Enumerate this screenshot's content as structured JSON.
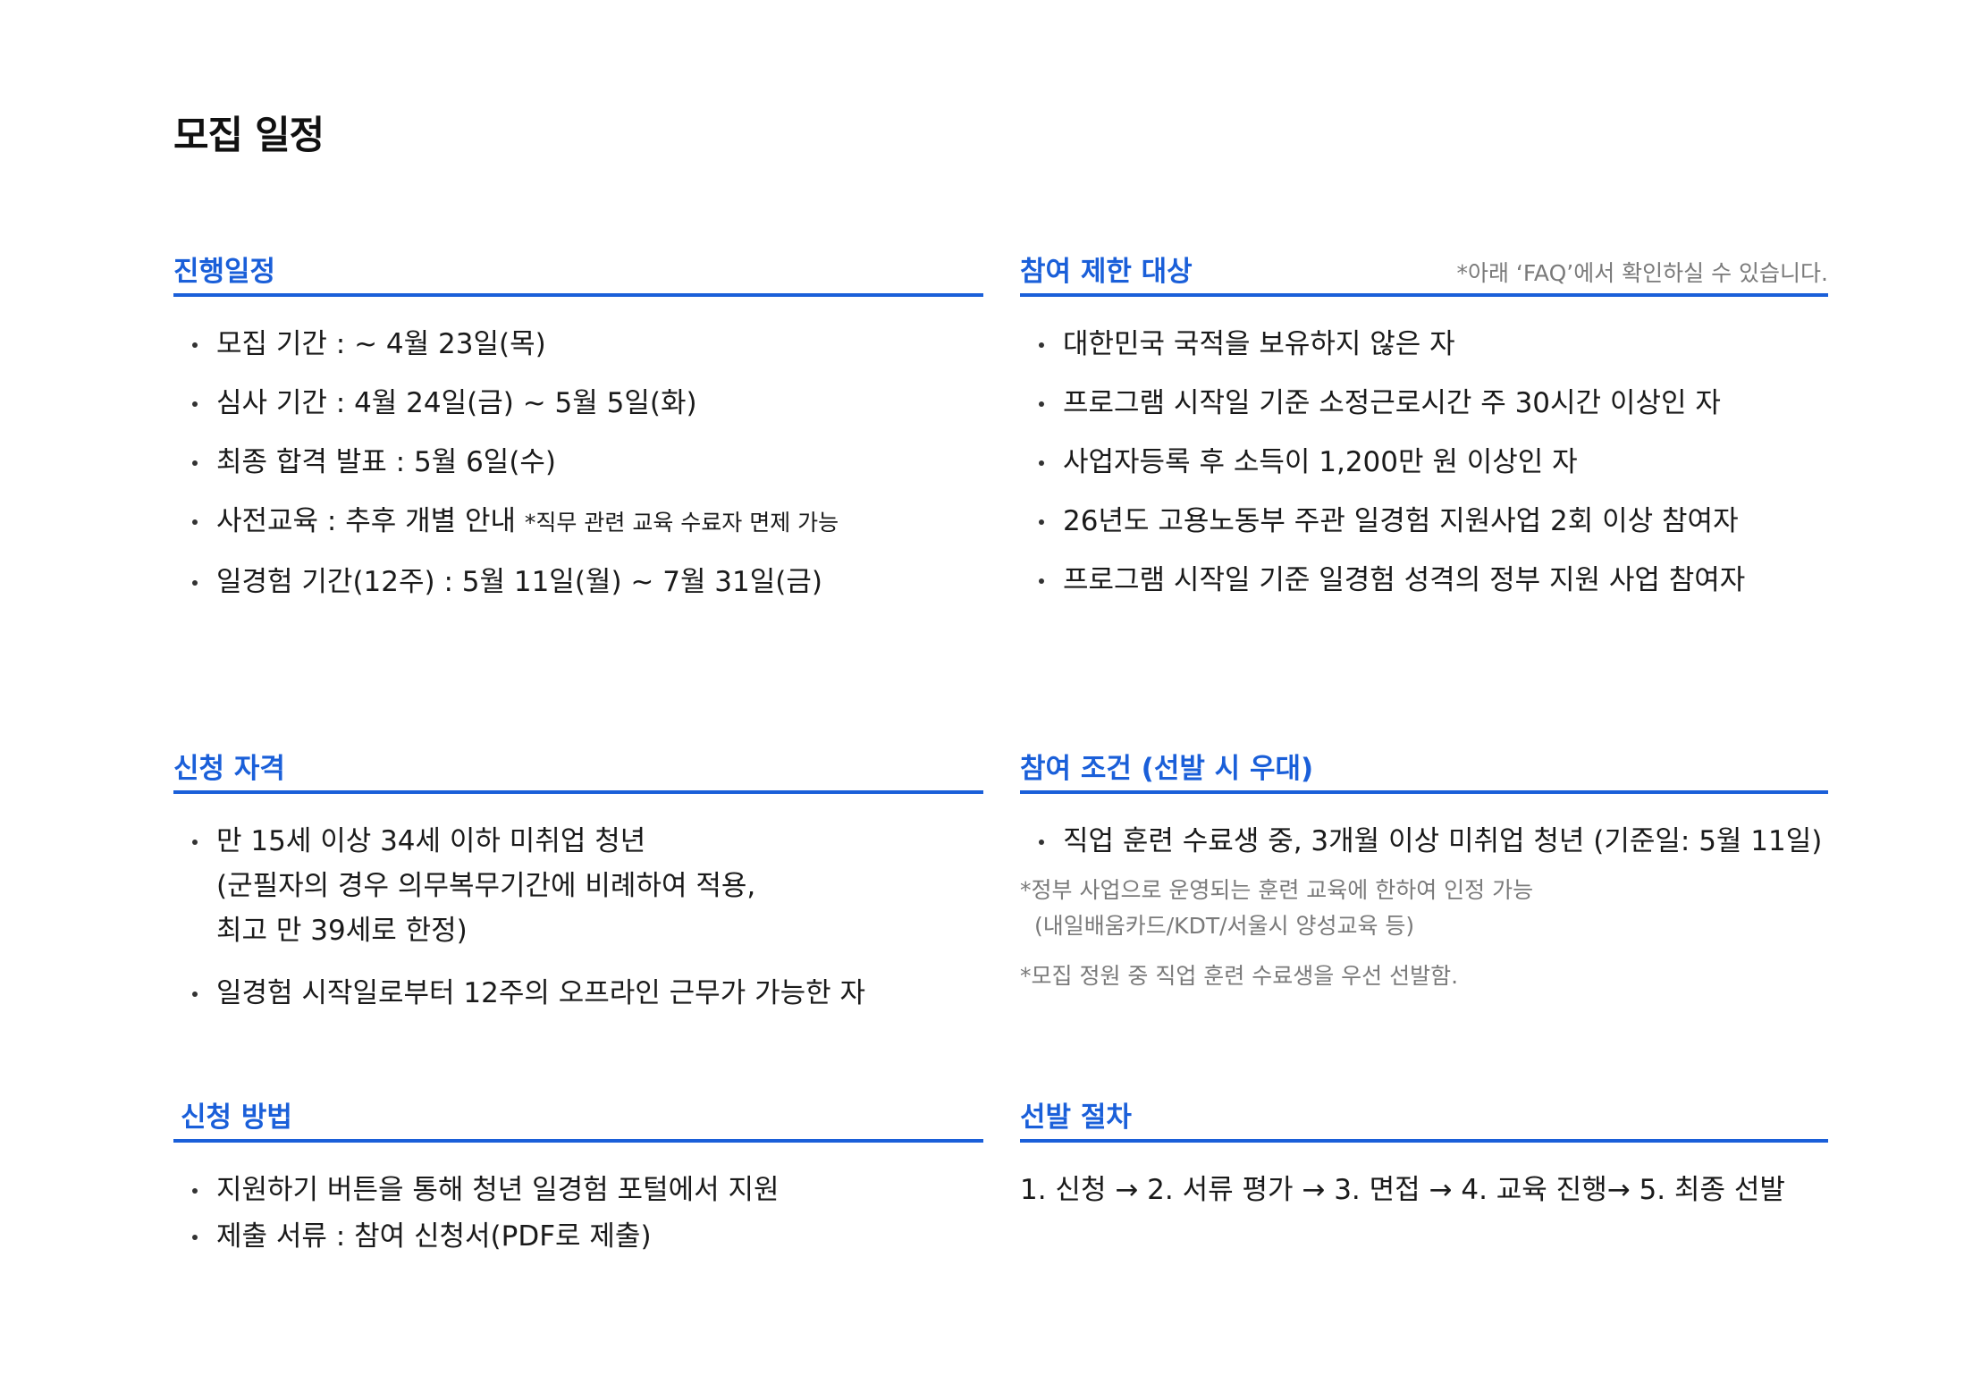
{
  "page_title": "모집 일정",
  "sections": {
    "schedule": {
      "title": "진행일정",
      "items": [
        "모집 기간 : ~ 4월 23일(목)",
        "심사 기간 : 4월 24일(금) ~ 5월 5일(화)",
        "최종 합격 발표 : 5월 6일(수)",
        "사전교육 : 추후 개별 안내",
        "일경험 기간(12주) : 5월 11일(월) ~ 7월 31일(금)"
      ],
      "item_4_note": "*직무 관련 교육 수료자 면제 가능"
    },
    "restrictions": {
      "title": "참여 제한 대상",
      "note": "*아래 ‘FAQ’에서 확인하실 수 있습니다.",
      "items": [
        "대한민국 국적을 보유하지 않은 자",
        "프로그램 시작일 기준 소정근로시간 주 30시간 이상인 자",
        "사업자등록 후 소득이 1,200만 원 이상인 자",
        "26년도 고용노동부 주관 일경험 지원사업 2회 이상 참여자",
        "프로그램 시작일 기준 일경험 성격의 정부 지원 사업 참여자"
      ]
    },
    "eligibility": {
      "title": "신청 자격",
      "item_1_lines": [
        "만 15세 이상 34세 이하 미취업 청년",
        "(군필자의 경우 의무복무기간에 비례하여 적용,",
        "최고 만 39세로 한정)"
      ],
      "item_2": "일경험 시작일로부터 12주의 오프라인 근무가 가능한 자"
    },
    "conditions": {
      "title": "참여 조건 (선발 시 우대)",
      "items": [
        "직업 훈련 수료생 중, 3개월 이상 미취업 청년 (기준일: 5월 11일)"
      ],
      "notes": [
        "*정부 사업으로 운영되는 훈련 교육에 한하여 인정 가능",
        "(내일배움카드/KDT/서울시 양성교육 등)",
        "*모집 정원 중 직업 훈련 수료생을 우선 선발함."
      ]
    },
    "method": {
      "title": "신청 방법",
      "items": [
        "지원하기 버튼을 통해 청년 일경험 포털에서 지원",
        "제출 서류 : 참여 신청서(PDF로 제출)"
      ]
    },
    "selection": {
      "title": "선발 절차",
      "steps": "1. 신청 → 2. 서류 평가 → 3. 면접 → 4. 교육 진행→ 5. 최종 선발"
    }
  }
}
